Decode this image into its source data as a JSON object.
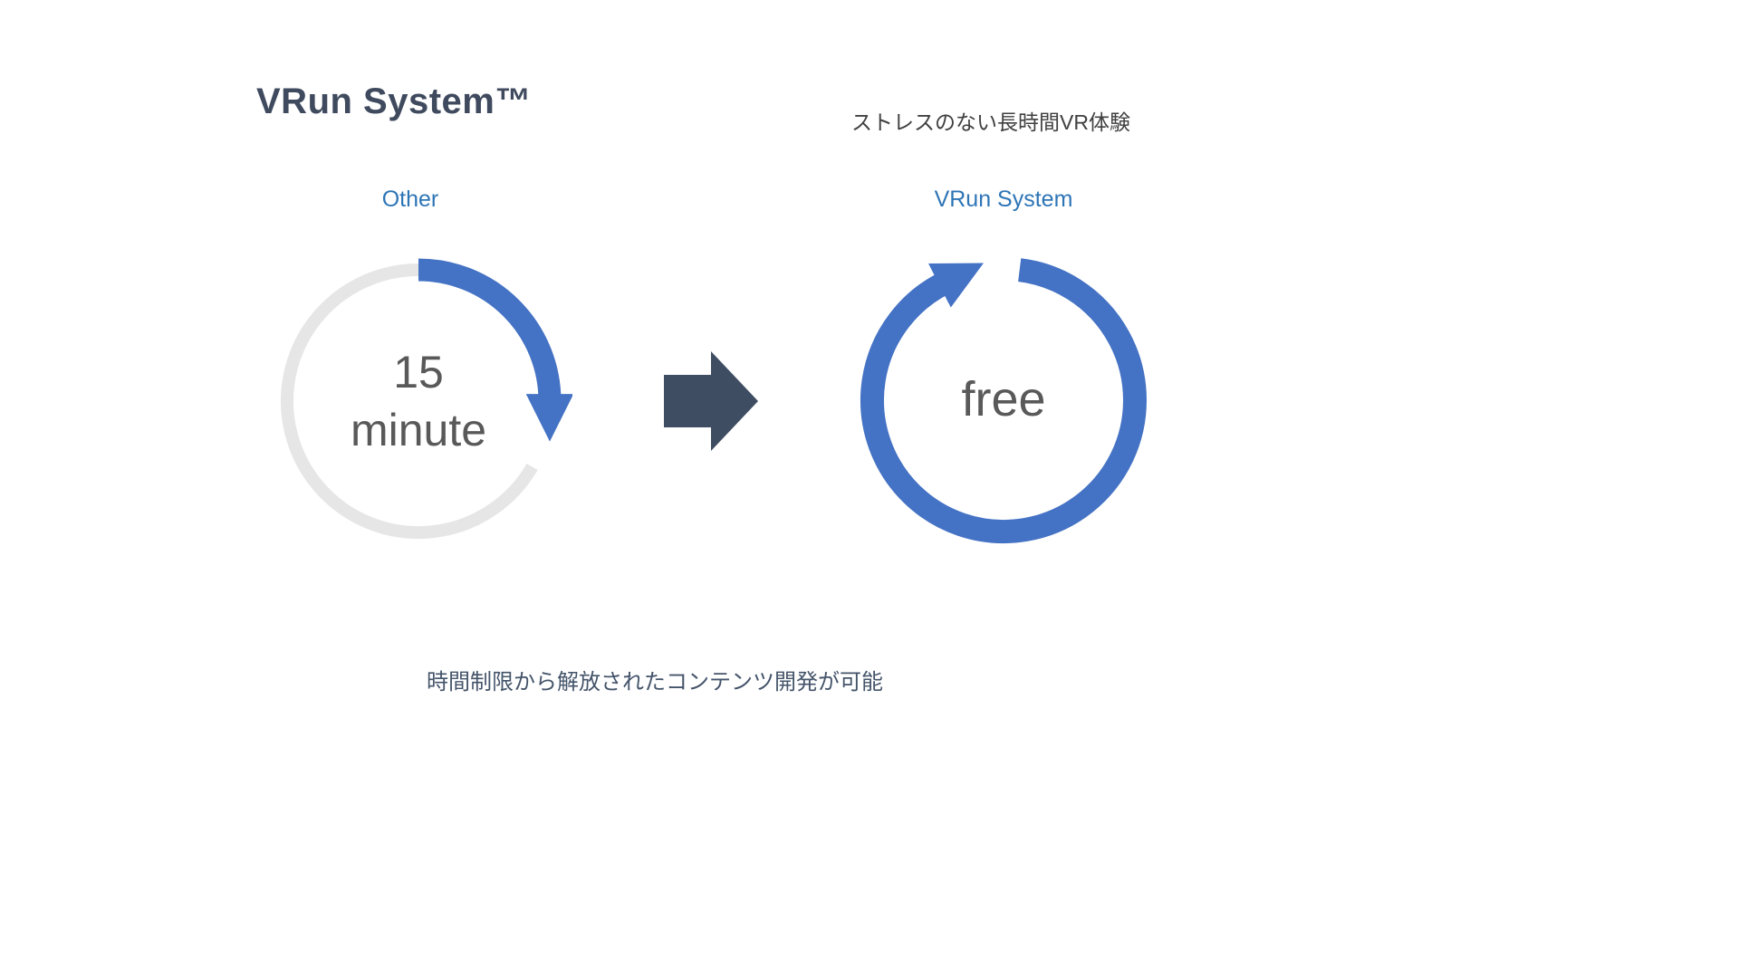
{
  "slide": {
    "title": "VRun System™",
    "tagline": "ストレスのない長時間VR体験",
    "footer_note": "時間制限から解放されたコンテンツ開発が可能"
  },
  "comparison": {
    "before": {
      "label": "Other",
      "time_value": "15",
      "time_unit": "minute"
    },
    "after": {
      "label": "VRun System",
      "value": "free"
    }
  },
  "icons": {
    "before": "countdown-progress-ring-icon",
    "after": "continuous-loop-ring-icon",
    "between": "block-right-arrow-icon"
  },
  "colors": {
    "accent_blue": "#4472C4",
    "label_blue": "#2E75B6",
    "title_navy": "#3F4A5E",
    "arrow_navy": "#3F4D62",
    "footer_navy": "#44546A",
    "ring_gray": "#E7E6E6",
    "value_gray": "#595959",
    "tagline_gray": "#404040"
  }
}
